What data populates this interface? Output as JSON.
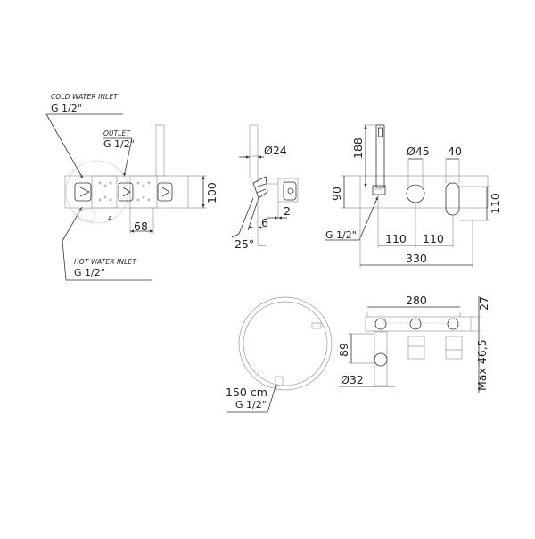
{
  "drawing": {
    "subject": "Wall-mounted bath mixer technical drawing",
    "views": {
      "top_view": {
        "callouts": {
          "cold_inlet": {
            "title": "COLD WATER INLET",
            "thread": "G 1/2\""
          },
          "outlet": {
            "title": "OUTLET",
            "thread": "G 1/2\""
          },
          "hot_inlet": {
            "title": "HOT WATER INLET",
            "thread": "G 1/2\""
          }
        },
        "section_mark": "A",
        "dims": {
          "height": "100",
          "width": "68"
        }
      },
      "side_view": {
        "dims": {
          "diameter": "24",
          "offset_a": "6",
          "offset_b": "2",
          "angle": "25°"
        }
      },
      "front_view": {
        "dims": {
          "handshower_height": "188",
          "diameter": "45",
          "lever_width": "40",
          "plate_height_left": "90",
          "plate_height_right": "110",
          "spacing_1": "110",
          "spacing_2": "110",
          "total_width": "330"
        },
        "thread": "G 1/2\""
      },
      "hose": {
        "length": "150 cm",
        "thread": "G 1/2\""
      },
      "body_view": {
        "dims": {
          "width": "280",
          "depth_top": "27",
          "depth_max": "Max 46,5",
          "spout_height": "89",
          "spout_diameter": "32"
        }
      }
    },
    "symbols": {
      "diameter": "Ø"
    },
    "colors": {
      "line": "#333333",
      "light_line": "#9a9a9a",
      "background": "#ffffff"
    }
  }
}
